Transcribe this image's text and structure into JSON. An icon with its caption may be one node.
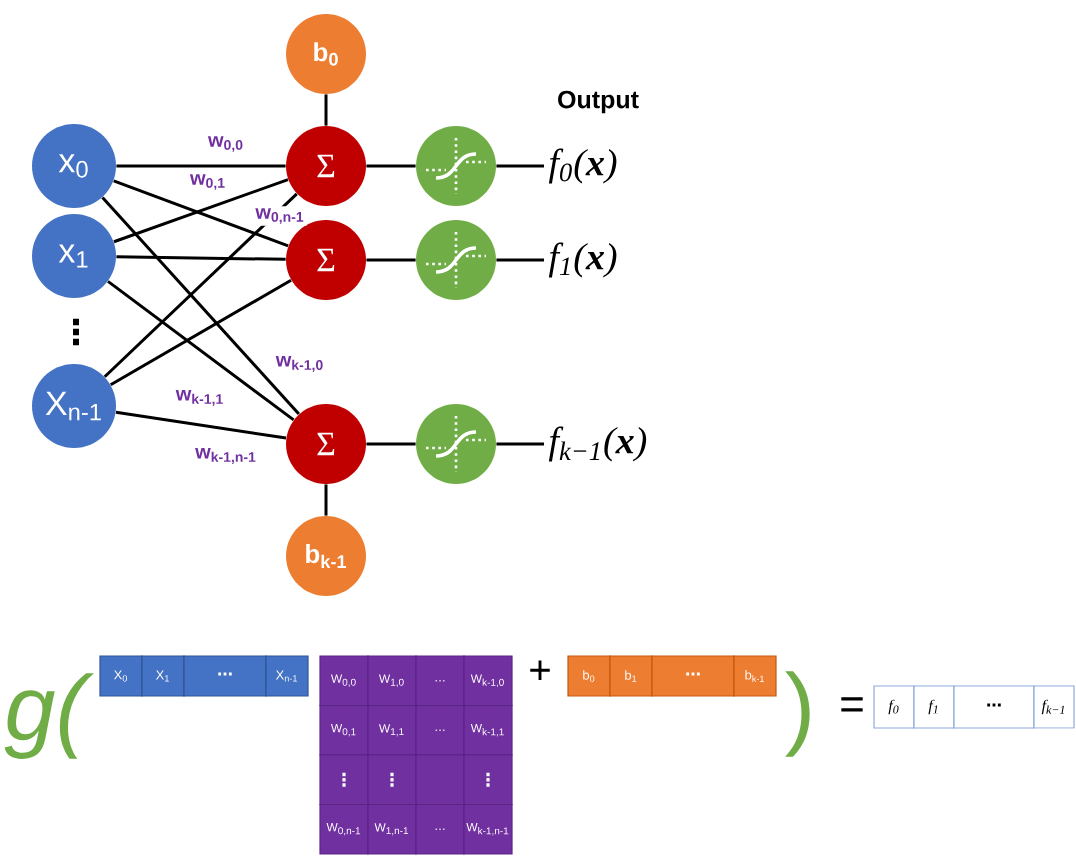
{
  "diagram": {
    "nodes": [
      {
        "text": [
          "x$_{0}$"
        ]
      },
      {
        "text": [
          "x$_{1}$"
        ]
      },
      {
        "text": [
          "X$_{n-1}$"
        ]
      },
      {
        "text": [
          "b$_{0}$"
        ]
      },
      {
        "text": [
          "Σ"
        ]
      },
      {
        "text": [
          "Σ"
        ]
      },
      {
        "text": [
          "Σ"
        ]
      },
      {
        "text": [
          "b$_{k-1}$"
        ]
      },
      {
        "text": [],
        "shape": "circle"
      },
      {
        "text": [],
        "shape": "circle"
      },
      {
        "text": [],
        "shape": "circle"
      },
      {
        "text": [
          "f$_{0}$(**x**)"
        ]
      },
      {
        "text": [
          "f$_{1}$(**x**)"
        ]
      },
      {
        "text": [
          "f$_{k−1}$(**x**)"
        ]
      }
    ],
    "edges": [
      {
        "from": 0,
        "to": 4,
        "arrow": "none",
        "label": "w$_{0,0}$"
      },
      {
        "from": 1,
        "to": 4,
        "arrow": "none",
        "label": "w$_{0,1}$"
      },
      {
        "from": 2,
        "to": 4,
        "arrow": "none",
        "label": "w$_{0,n-1}$"
      },
      {
        "from": 0,
        "to": 5,
        "arrow": "none"
      },
      {
        "from": 1,
        "to": 5,
        "arrow": "none"
      },
      {
        "from": 2,
        "to": 5,
        "arrow": "none"
      },
      {
        "from": 0,
        "to": 6,
        "arrow": "none",
        "label": "w$_{k-1,0}$"
      },
      {
        "from": 1,
        "to": 6,
        "arrow": "none",
        "label": "w$_{k-1,1}$"
      },
      {
        "from": 2,
        "to": 6,
        "arrow": "none",
        "label": "w$_{k-1,n-1}$"
      },
      {
        "from": 3,
        "to": 4,
        "arrow": "none"
      },
      {
        "from": 7,
        "to": 6,
        "arrow": "none"
      },
      {
        "from": 4,
        "to": 8,
        "arrow": "none"
      },
      {
        "from": 5,
        "to": 9,
        "arrow": "none"
      },
      {
        "from": 6,
        "to": 10,
        "arrow": "none"
      },
      {
        "from": 8,
        "to": 11,
        "arrow": "none"
      },
      {
        "from": 9,
        "to": 12,
        "arrow": "none"
      },
      {
        "from": 10,
        "to": 13,
        "arrow": "none"
      }
    ],
    "labels": [
      "Output",
      "⋮",
      "g(",
      "X$_{0}$",
      "X$_{1}$",
      "⋯",
      "X$_{n-1}$",
      "W$_{0,0}$",
      "W$_{1,0}$",
      "…",
      "W$_{k-1,0}$",
      "W$_{0,1}$",
      "W$_{1,1}$",
      "…",
      "W$_{k-1,1}$",
      "⋮",
      "⋮",
      "⋮",
      "W$_{0,n-1}$",
      "W$_{1,n-1}$",
      "…",
      "W$_{k-1,n-1}$",
      "+",
      "b$_{0}$",
      "b$_{1}$",
      "⋯",
      "b$_{k-1}$",
      ")",
      "=",
      "f$_{0}$",
      "f$_{1}$",
      "⋯",
      "f$_{k−1}$"
    ]
  }
}
